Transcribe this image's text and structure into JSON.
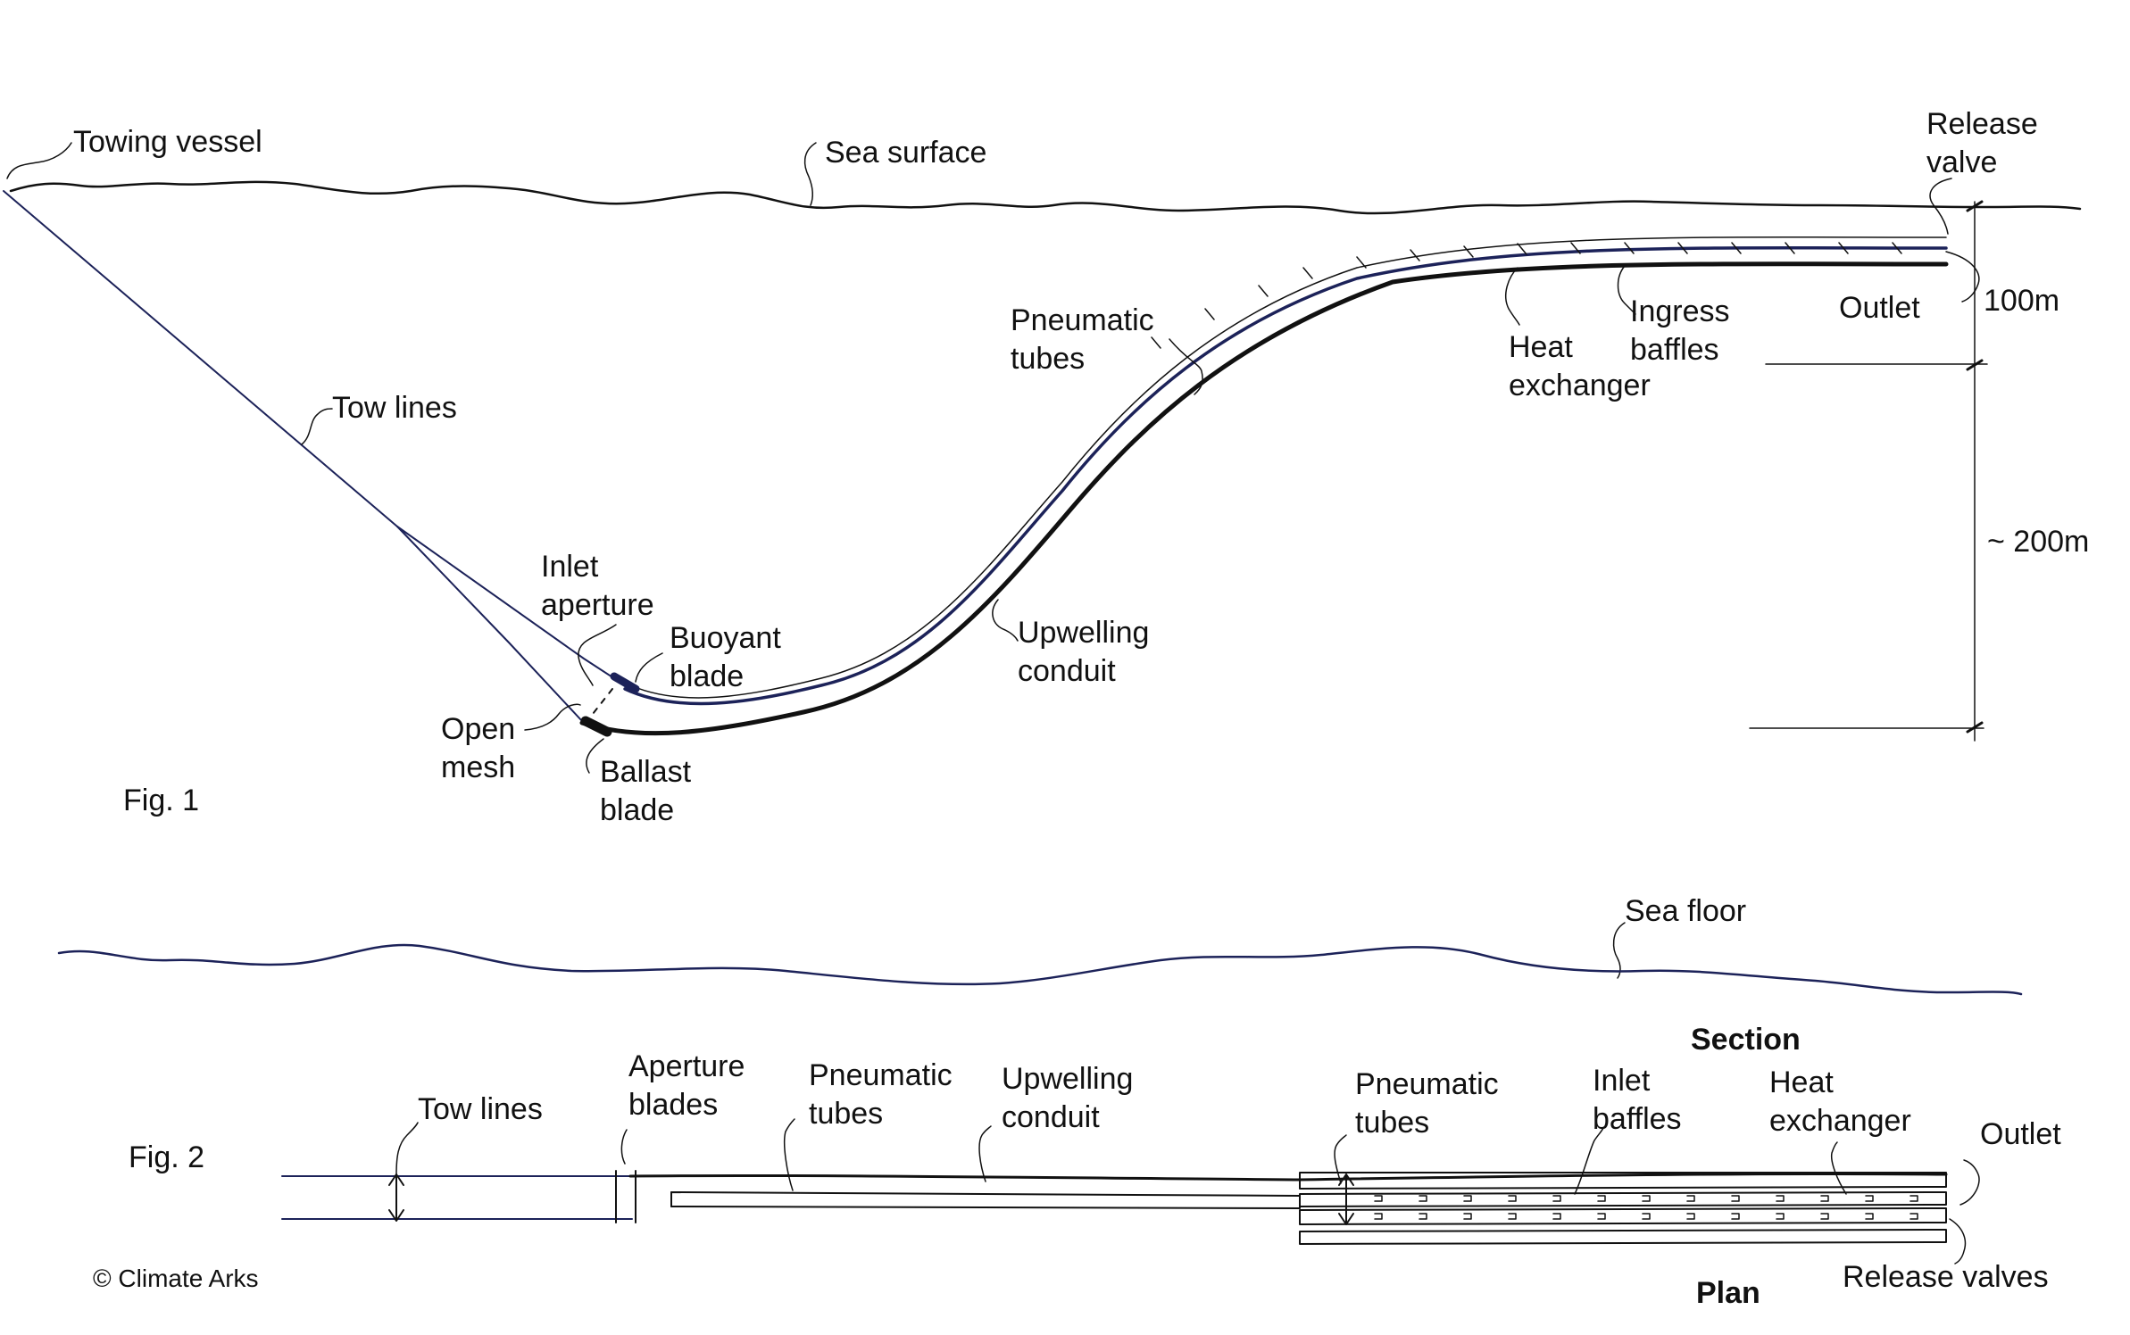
{
  "fig1": {
    "caption": "Fig. 1",
    "labels": {
      "towing_vessel": "Towing vessel",
      "sea_surface": "Sea surface",
      "release_valve_1": "Release",
      "release_valve_2": "valve",
      "tow_lines": "Tow lines",
      "pneumatic_tubes_1": "Pneumatic",
      "pneumatic_tubes_2": "tubes",
      "heat_exchanger_1": "Heat",
      "heat_exchanger_2": "exchanger",
      "ingress_baffles_1": "Ingress",
      "ingress_baffles_2": "baffles",
      "outlet": "Outlet",
      "inlet_aperture_1": "Inlet",
      "inlet_aperture_2": "aperture",
      "buoyant_blade_1": "Buoyant",
      "buoyant_blade_2": "blade",
      "open_mesh_1": "Open",
      "open_mesh_2": "mesh",
      "ballast_blade_1": "Ballast",
      "ballast_blade_2": "blade",
      "upwelling_conduit_1": "Upwelling",
      "upwelling_conduit_2": "conduit",
      "sea_floor": "Sea floor"
    },
    "dimensions": {
      "upper": "100m",
      "lower": "~ 200m"
    }
  },
  "fig2": {
    "caption": "Fig. 2",
    "section_title": "Section",
    "plan_title": "Plan",
    "labels": {
      "tow_lines": "Tow lines",
      "aperture_blades_1": "Aperture",
      "aperture_blades_2": "blades",
      "pneumatic_tubes_1": "Pneumatic",
      "pneumatic_tubes_2": "tubes",
      "upwelling_conduit_1": "Upwelling",
      "upwelling_conduit_2": "conduit",
      "pneumatic_tubes_b_1": "Pneumatic",
      "pneumatic_tubes_b_2": "tubes",
      "inlet_baffles_1": "Inlet",
      "inlet_baffles_2": "baffles",
      "heat_exchanger_1": "Heat",
      "heat_exchanger_2": "exchanger",
      "outlet": "Outlet",
      "release_valves": "Release valves"
    }
  },
  "copyright": "© Climate Arks",
  "colors": {
    "ink": "#111111",
    "navy": "#1c2259",
    "background": "#ffffff"
  }
}
